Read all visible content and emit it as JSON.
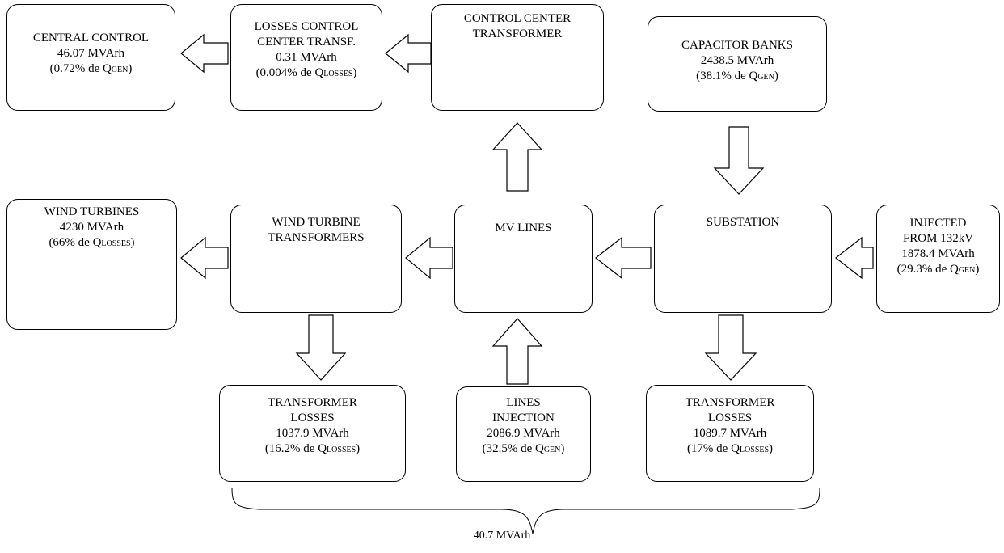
{
  "boxes": {
    "central_control": {
      "title": "CENTRAL CONTROL",
      "value": "46.07 MVArh",
      "pct_open": "(0.72% de Q",
      "pct_sub": "GEN",
      "pct_close": ")"
    },
    "losses_control": {
      "title1": "LOSSES CONTROL",
      "title2": "CENTER TRANSF.",
      "value": "0.31 MVArh",
      "pct_open": "(0.004% de Q",
      "pct_sub": "LOSSES",
      "pct_close": ")"
    },
    "control_center_transformer": {
      "title1": "CONTROL CENTER",
      "title2": "TRANSFORMER"
    },
    "capacitor_banks": {
      "title": "CAPACITOR BANKS",
      "value": "2438.5 MVArh",
      "pct_open": "(38.1% de Q",
      "pct_sub": "GEN",
      "pct_close": ")"
    },
    "wind_turbines": {
      "title": "WIND TURBINES",
      "value": "4230 MVArh",
      "pct_open": "(66% de Q",
      "pct_sub": "LOSSES",
      "pct_close": ")"
    },
    "wind_turbine_transformers": {
      "title1": "WIND TURBINE",
      "title2": "TRANSFORMERS"
    },
    "mv_lines": {
      "title": "MV LINES"
    },
    "substation": {
      "title": "SUBSTATION"
    },
    "injected": {
      "title1": "INJECTED",
      "title2": "FROM 132kV",
      "value": "1878.4 MVArh",
      "pct_open": "(29.3% de Q",
      "pct_sub": "GEN",
      "pct_close": ")"
    },
    "transformer_losses_left": {
      "title1": "TRANSFORMER",
      "title2": "LOSSES",
      "value": "1037.9 MVArh",
      "pct_open": "(16.2% de Q",
      "pct_sub": "LOSSES",
      "pct_close": ")"
    },
    "lines_injection": {
      "title1": "LINES",
      "title2": "INJECTION",
      "value": "2086.9 MVArh",
      "pct_open": "(32.5% de Q",
      "pct_sub": "GEN",
      "pct_close": ")"
    },
    "transformer_losses_right": {
      "title1": "TRANSFORMER",
      "title2": "LOSSES",
      "value": "1089.7 MVArh",
      "pct_open": "(17% de Q",
      "pct_sub": "LOSSES",
      "pct_close": ")"
    }
  },
  "total": "40.7 MVArh"
}
